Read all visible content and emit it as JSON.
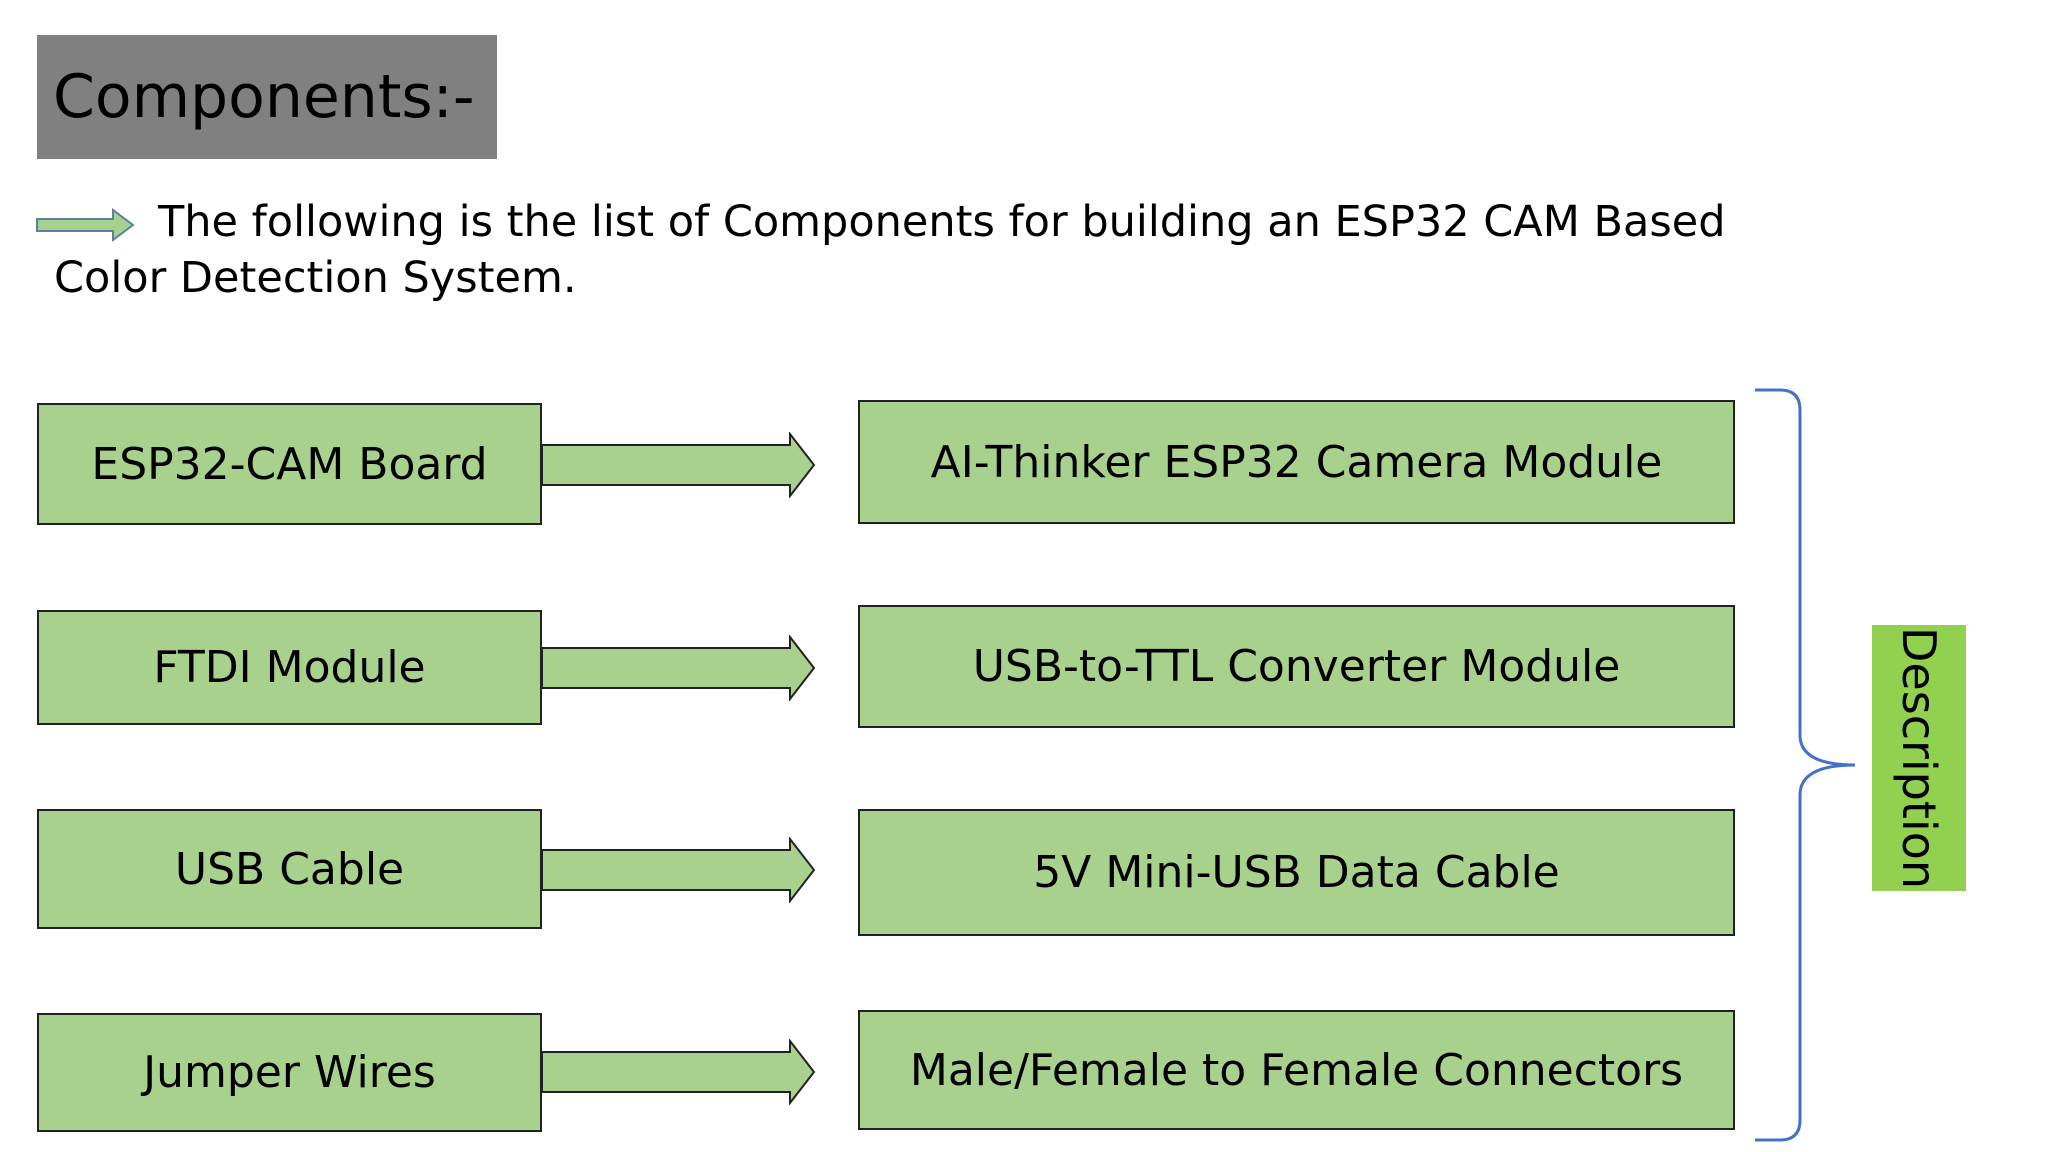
{
  "title": "Components:-",
  "intro": "The following is the list of Components for building an ESP32 CAM Based Color Detection System.",
  "rows": [
    {
      "component": "ESP32-CAM Board",
      "description": "AI-Thinker ESP32 Camera Module"
    },
    {
      "component": "FTDI Module",
      "description": "USB-to-TTL Converter Module"
    },
    {
      "component": "USB Cable",
      "description": "5V Mini-USB Data Cable"
    },
    {
      "component": "Jumper Wires",
      "description": "Male/Female to Female Connectors"
    }
  ],
  "side_label": "Description",
  "colors": {
    "title_bg": "#808080",
    "box_fill": "#a9d18e",
    "label_bg": "#92d050",
    "brace": "#4472c4",
    "arrow_stroke": "#5b7fa6"
  }
}
